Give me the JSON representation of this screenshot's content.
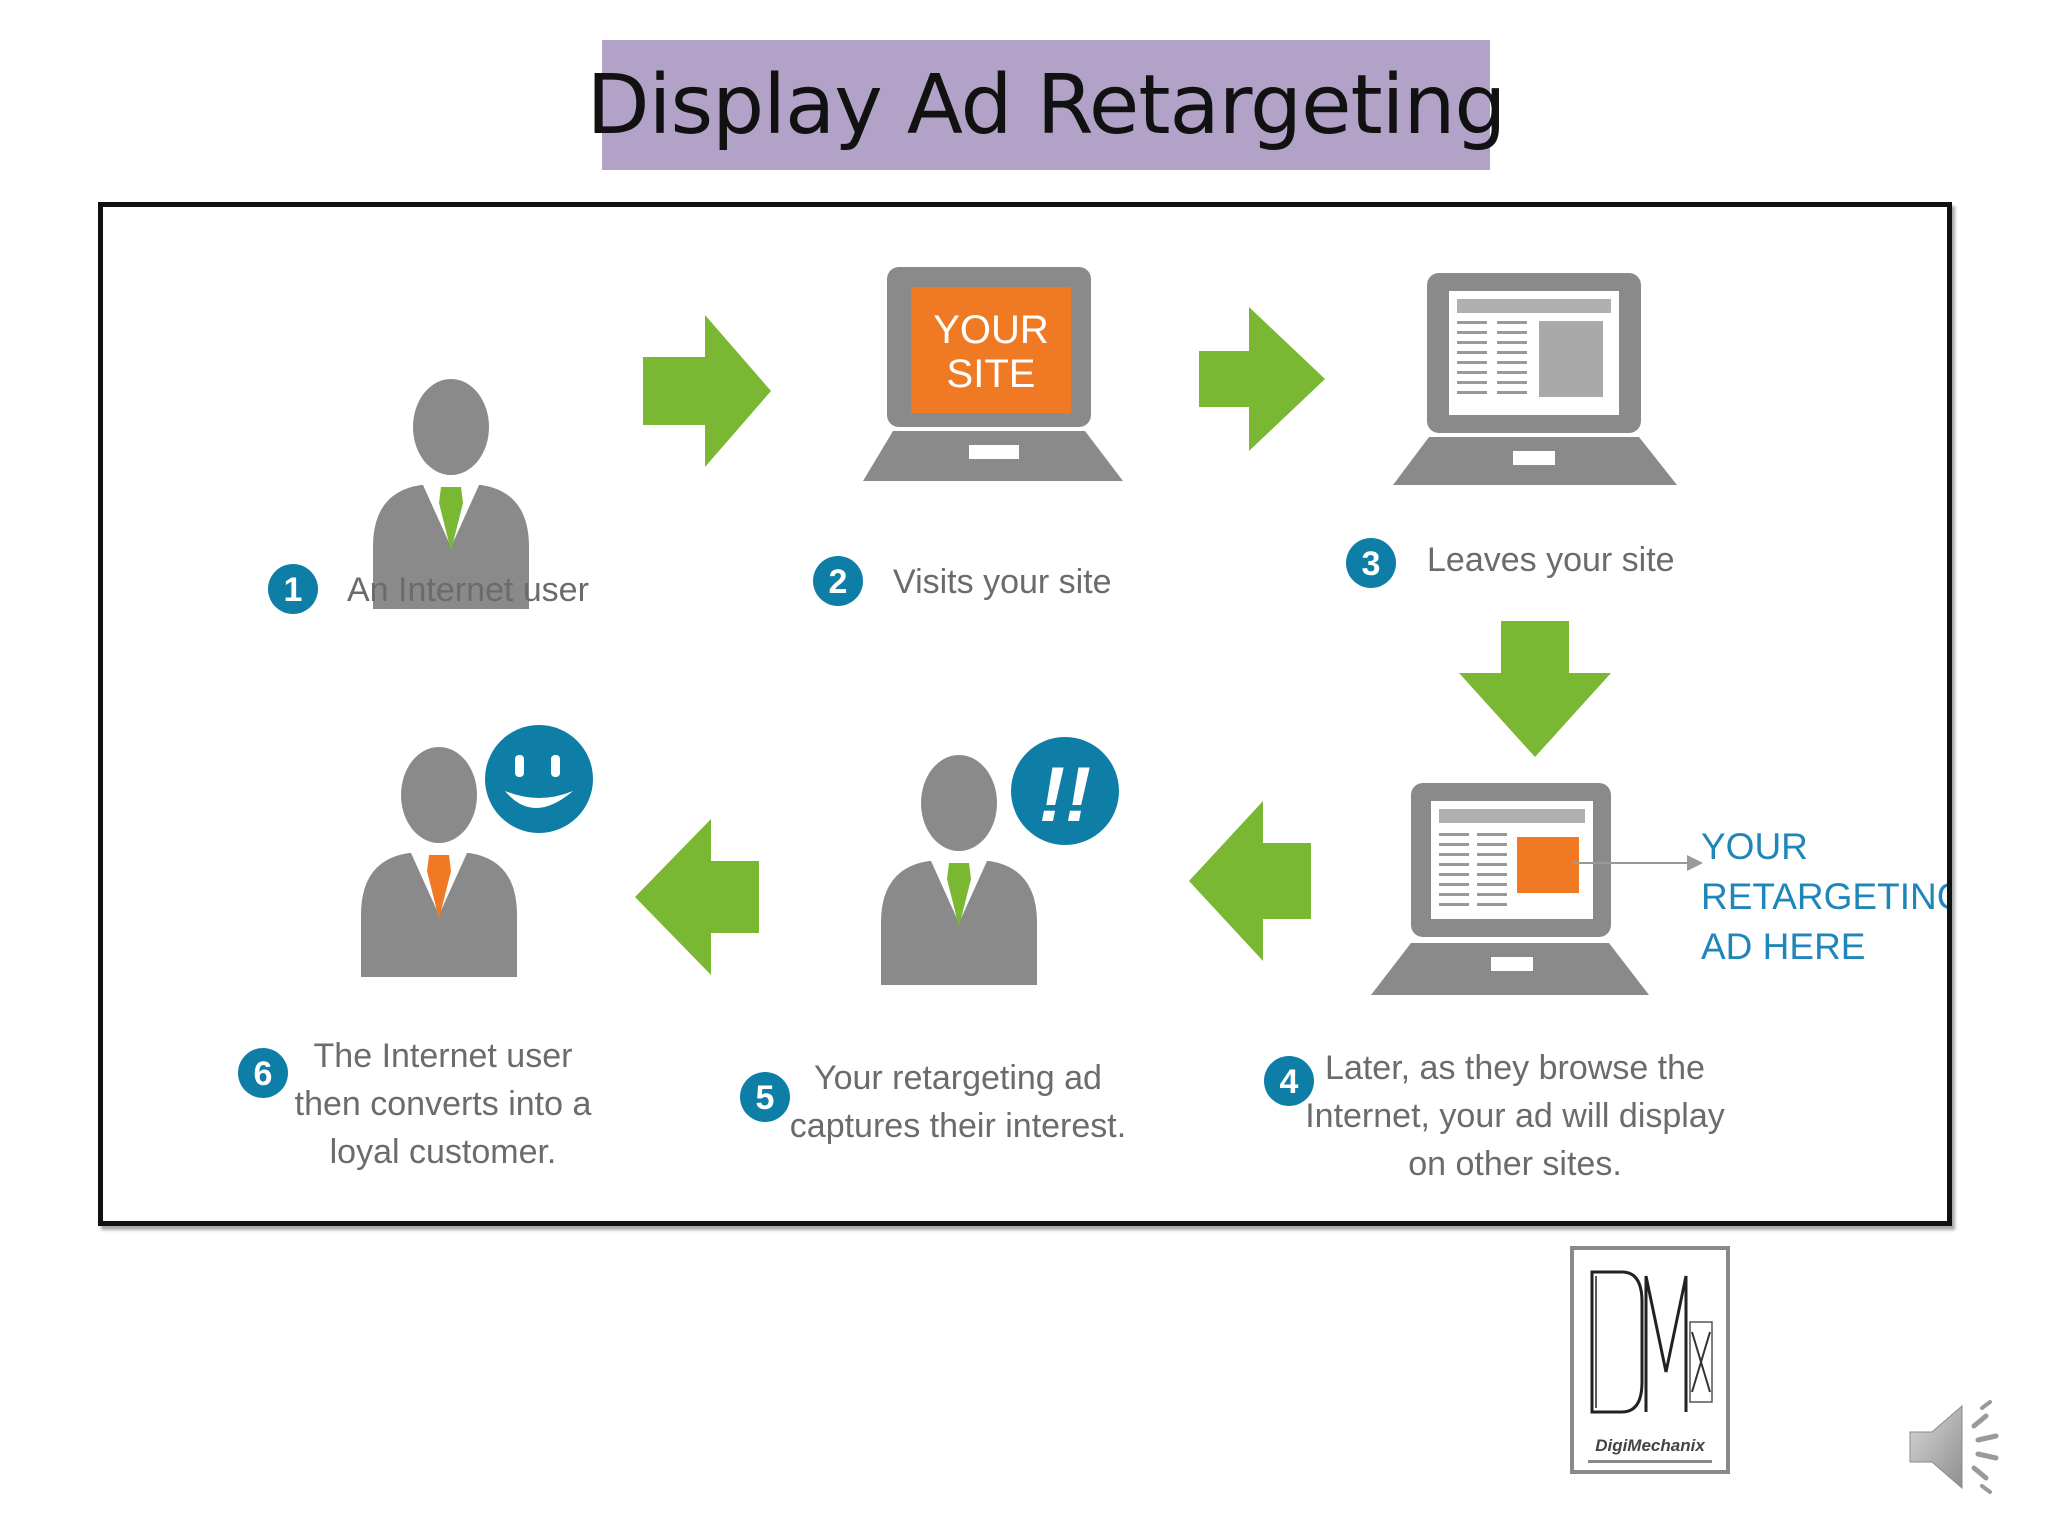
{
  "title": "Display Ad Retargeting",
  "steps": [
    {
      "number": "1",
      "text": [
        "An Internet user"
      ]
    },
    {
      "number": "2",
      "text": [
        "Visits your site"
      ]
    },
    {
      "number": "3",
      "text": [
        "Leaves your site"
      ]
    },
    {
      "number": "4",
      "text": [
        "Later, as they browse the",
        "Internet, your ad will display",
        "on other sites."
      ]
    },
    {
      "number": "5",
      "text": [
        "Your retargeting ad",
        "captures their interest."
      ]
    },
    {
      "number": "6",
      "text": [
        "The Internet user",
        "then converts into a",
        "loyal customer."
      ]
    }
  ],
  "laptop_screen": [
    "YOUR",
    "SITE"
  ],
  "ad_callout": [
    "YOUR",
    "RETARGETING",
    "AD HERE"
  ],
  "interest_badge": "!!",
  "logo": {
    "letters": "DMX",
    "brand": "DigiMechanix"
  },
  "colors": {
    "title_bg": "#b3a2c7",
    "arrow_green": "#7ab733",
    "badge_blue": "#0e7ea6",
    "person_gray": "#8a8a8a",
    "orange": "#f07a24",
    "callout_blue": "#1f86b9"
  }
}
